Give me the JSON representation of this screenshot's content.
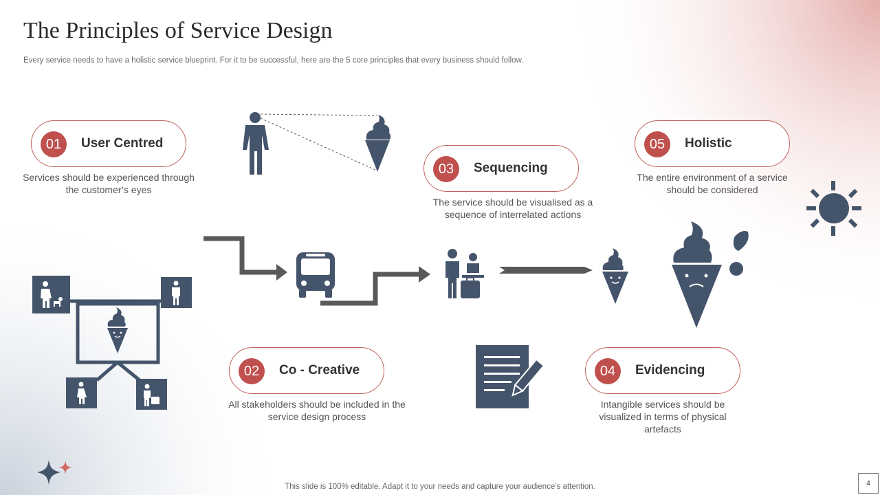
{
  "title": "The Principles of Service Design",
  "subtitle": "Every service needs to have a holistic service blueprint. For it to be successful, here are the 5 core principles that every business should follow.",
  "principles": [
    {
      "number": "01",
      "name": "User Centred",
      "description": "Services should be experienced through the customer’s eyes"
    },
    {
      "number": "02",
      "name": "Co - Creative",
      "description": "All stakeholders should be included in the service design process"
    },
    {
      "number": "03",
      "name": "Sequencing",
      "description": "The service should be visualised as a sequence of interrelated actions"
    },
    {
      "number": "04",
      "name": "Evidencing",
      "description": "Intangible services should be visualized in terms of physical artefacts"
    },
    {
      "number": "05",
      "name": "Holistic",
      "description": "The entire environment of a service should be considered"
    }
  ],
  "footer": "This slide is 100% editable. Adapt it to your needs and capture your audience’s attention.",
  "page_number": "4",
  "colors": {
    "accent": "#c0504d",
    "icon": "#44546a",
    "arrow": "#595959"
  }
}
